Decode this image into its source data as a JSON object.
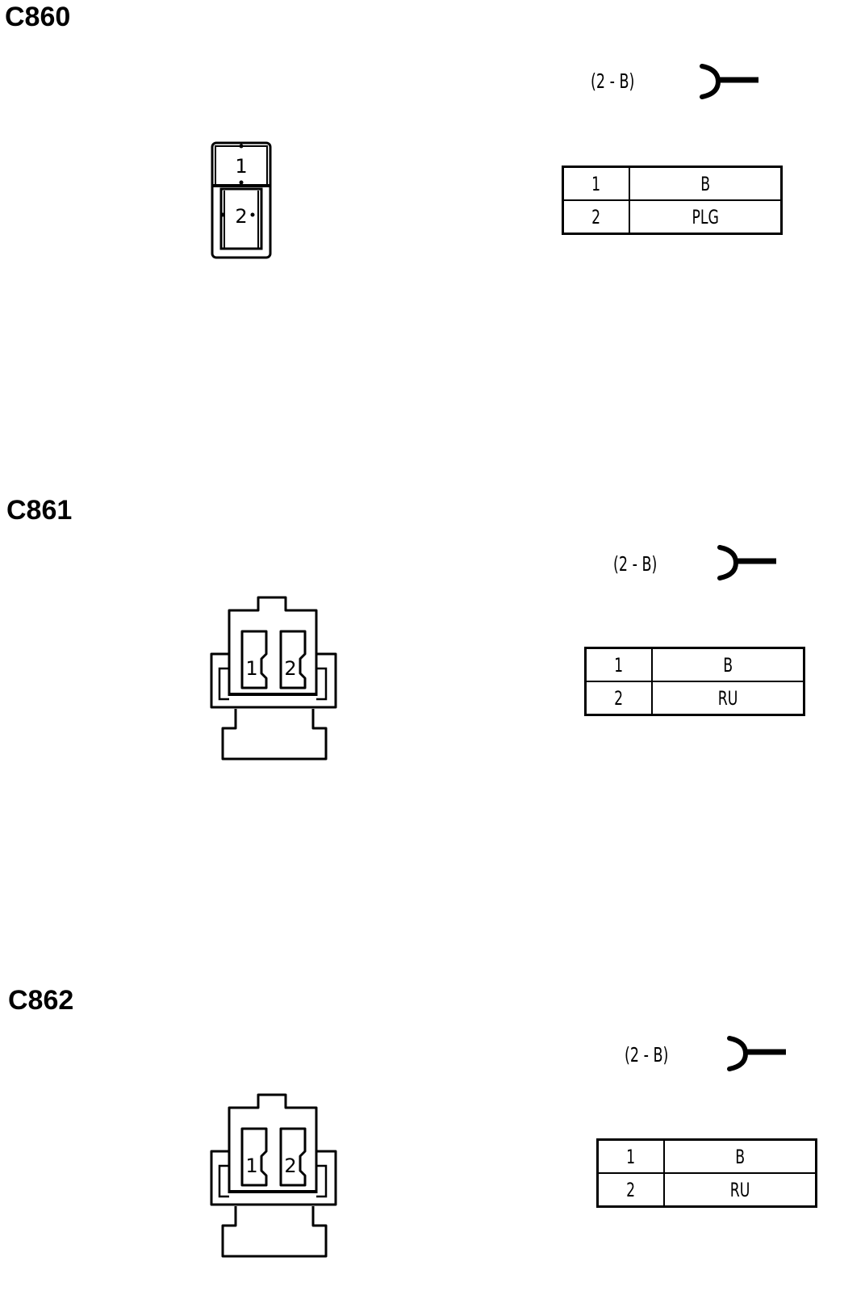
{
  "connectors": [
    {
      "id": "C860",
      "code": "(2 - B)",
      "pins": [
        {
          "pin": "1",
          "wire": "B"
        },
        {
          "pin": "2",
          "wire": "PLG"
        }
      ]
    },
    {
      "id": "C861",
      "code": "(2 - B)",
      "pins": [
        {
          "pin": "1",
          "wire": "B"
        },
        {
          "pin": "2",
          "wire": "RU"
        }
      ]
    },
    {
      "id": "C862",
      "code": "(2 - B)",
      "pins": [
        {
          "pin": "1",
          "wire": "B"
        },
        {
          "pin": "2",
          "wire": "RU"
        }
      ]
    }
  ]
}
